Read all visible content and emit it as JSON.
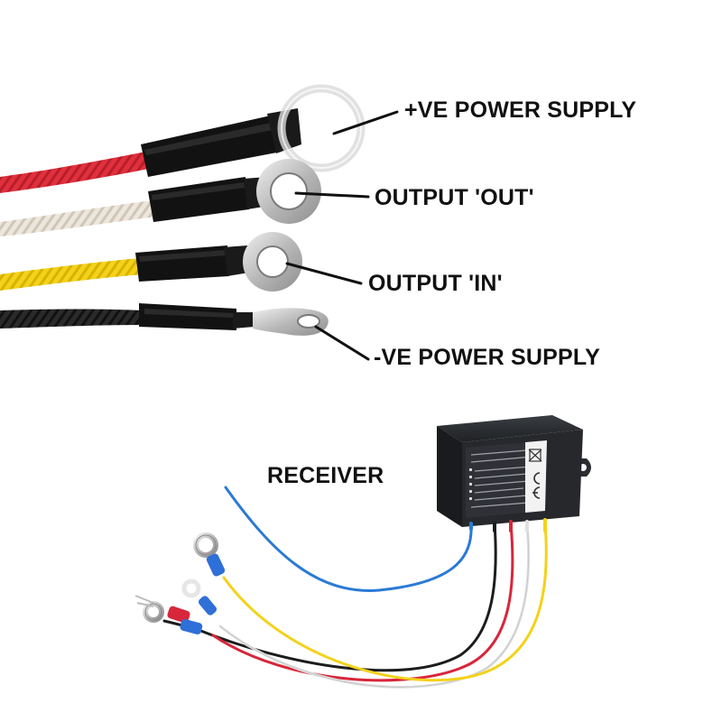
{
  "labels": {
    "positive_supply": "+VE POWER SUPPLY",
    "output_out": "OUTPUT 'OUT'",
    "output_in": "OUTPUT 'IN'",
    "negative_supply": "-VE POWER SUPPLY",
    "receiver": "RECEIVER"
  },
  "colors": {
    "wire_red": "#e0303c",
    "wire_white": "#ece6dc",
    "wire_yellow": "#f3d21a",
    "wire_black": "#1c1c1c",
    "wire_blue": "#2a7ad6",
    "heatshrink": "#121212",
    "terminal_metal": "#c9c9c9",
    "receiver_body": "#26282c",
    "ring_insulator_blue": "#2f6fd8",
    "ring_insulator_red": "#d8263a"
  }
}
